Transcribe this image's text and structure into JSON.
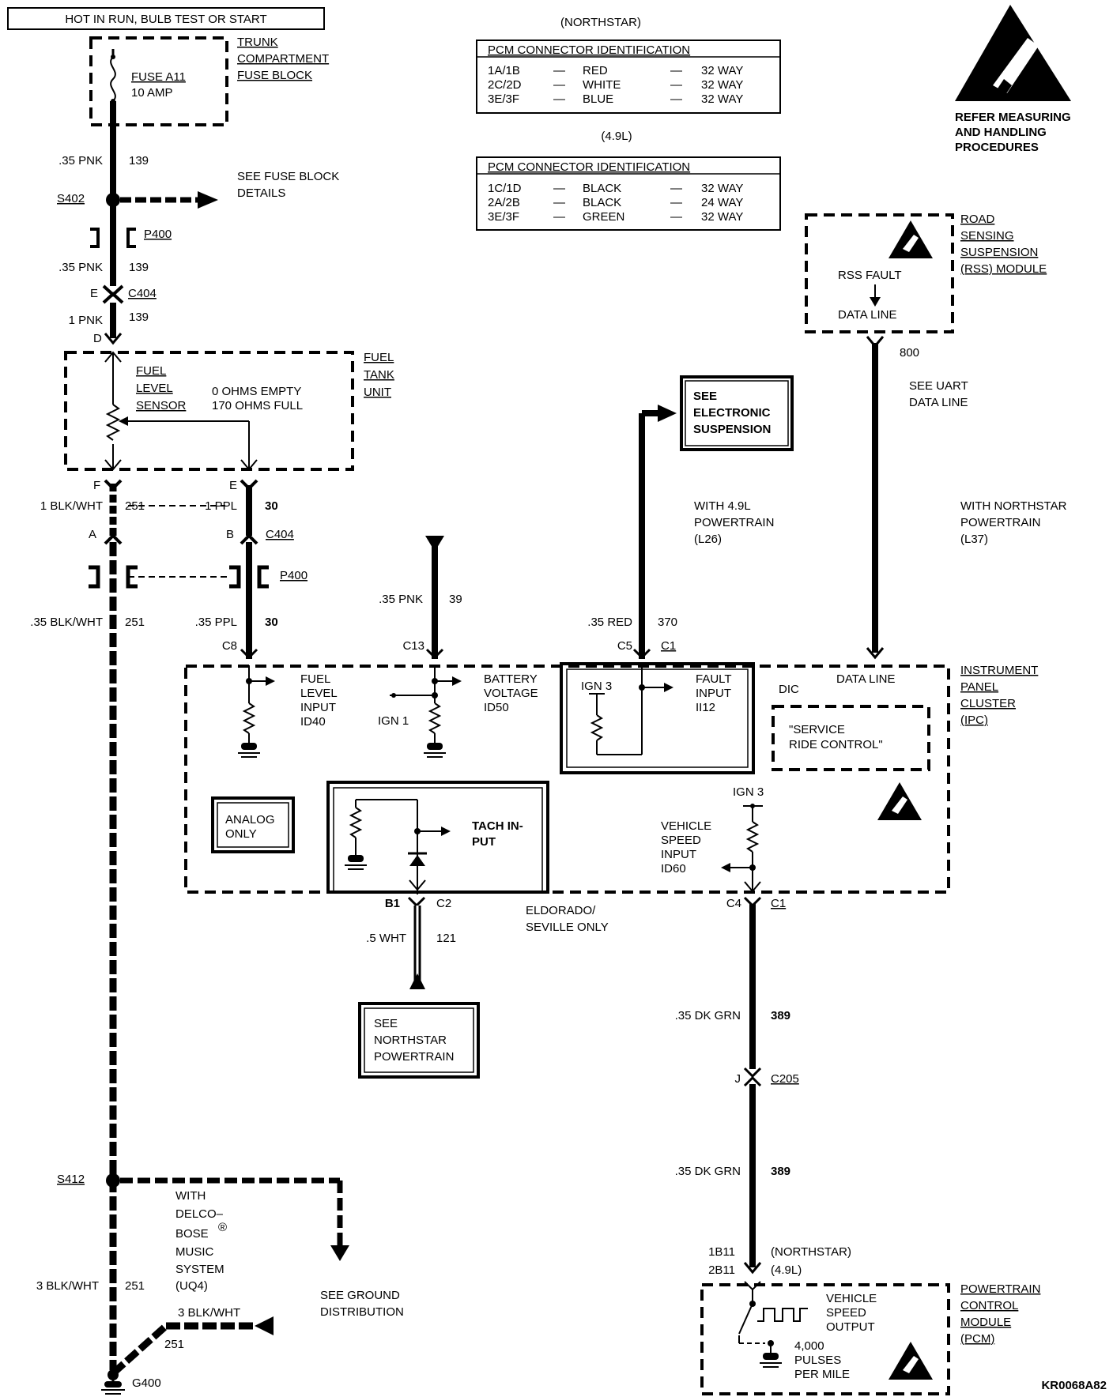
{
  "header": {
    "condition": "HOT IN RUN,  BULB TEST OR START"
  },
  "pcm_tables": {
    "northstar_title": "(NORTHSTAR)",
    "northstar_header": "PCM CONNECTOR IDENTIFICATION",
    "northstar_rows": [
      [
        "1A/1B",
        "—",
        "RED",
        "—",
        "32 WAY"
      ],
      [
        "2C/2D",
        "—",
        "WHITE",
        "—",
        "32 WAY"
      ],
      [
        "3E/3F",
        "—",
        "BLUE",
        "—",
        "32 WAY"
      ]
    ],
    "l49_title": "(4.9L)",
    "l49_header": "PCM CONNECTOR IDENTIFICATION",
    "l49_rows": [
      [
        "1C/1D",
        "—",
        "BLACK",
        "—",
        "32 WAY"
      ],
      [
        "2A/2B",
        "—",
        "BLACK",
        "—",
        "24 WAY"
      ],
      [
        "3E/3F",
        "—",
        "GREEN",
        "—",
        "32 WAY"
      ]
    ]
  },
  "esd": {
    "line1": "REFER MEASURING",
    "line2": "AND HANDLING",
    "line3": "PROCEDURES"
  },
  "fuse": {
    "name": "FUSE A11",
    "rating": "10 AMP",
    "block1": "TRUNK",
    "block2": "COMPARTMENT",
    "block3": "FUSE BLOCK"
  },
  "wires": {
    "w139a_gauge": ".35 PNK",
    "w139a_num": "139",
    "s402": "S402",
    "see_fuse1": "SEE FUSE BLOCK",
    "see_fuse2": "DETAILS",
    "p400": "P400",
    "w139b_gauge": ".35 PNK",
    "w139b_num": "139",
    "pin_e": "E",
    "c404": "C404",
    "w139c_gauge": "1 PNK",
    "w139c_num": "139",
    "pin_d": "D"
  },
  "fuel_tank": {
    "sensor1": "FUEL",
    "sensor2": "LEVEL",
    "sensor3": "SENSOR",
    "ohms1": "0 OHMS EMPTY",
    "ohms2": "170 OHMS FULL",
    "unit1": "FUEL",
    "unit2": "TANK",
    "unit3": "UNIT"
  },
  "lower_wires": {
    "pin_f": "F",
    "w251_gauge": "1 BLK/WHT",
    "w251_num": "251",
    "pin_e2": "E",
    "w30_gauge": "1 PPL",
    "w30_num": "30",
    "pin_a": "A",
    "pin_b": "B",
    "c404b": "C404",
    "p400b": "P400",
    "w251b_gauge": ".35 BLK/WHT",
    "w251b_num": "251",
    "w30b_gauge": ".35 PPL",
    "w30b_num": "30",
    "c8": "C8",
    "w39_gauge": ".35 PNK",
    "w39_num": "39",
    "c13": "C13",
    "w370_gauge": ".35 RED",
    "w370_num": "370",
    "c5": "C5",
    "c1": "C1"
  },
  "electronic_suspension": {
    "l1": "SEE",
    "l2": "ELECTRONIC",
    "l3": "SUSPENSION"
  },
  "with_49": {
    "l1": "WITH 4.9L",
    "l2": "POWERTRAIN",
    "l3": "(L26)"
  },
  "with_ns": {
    "l1": "WITH NORTHSTAR",
    "l2": "POWERTRAIN",
    "l3": "(L37)"
  },
  "rss": {
    "fault": "RSS FAULT",
    "data": "DATA LINE",
    "n1": "ROAD",
    "n2": "SENSING",
    "n3": "SUSPENSION",
    "n4": "(RSS) MODULE",
    "w800": "800",
    "uart1": "SEE UART",
    "uart2": "DATA LINE"
  },
  "ipc": {
    "n1": "INSTRUMENT",
    "n2": "PANEL",
    "n3": "CLUSTER",
    "n4": "(IPC)",
    "fuel1": "FUEL",
    "fuel2": "LEVEL",
    "fuel3": "INPUT",
    "fuel4": "ID40",
    "batt1": "BATTERY",
    "batt2": "VOLTAGE",
    "batt3": "ID50",
    "ign1": "IGN 1",
    "ign3a": "IGN 3",
    "fault1": "FAULT",
    "fault2": "INPUT",
    "fault3": "II12",
    "data_line": "DATA LINE",
    "dic": "DIC",
    "service1": "\"SERVICE",
    "service2": "RIDE CONTROL\"",
    "analog1": "ANALOG",
    "analog2": "ONLY",
    "tach1": "TACH IN-",
    "tach2": "PUT",
    "ign3b": "IGN 3",
    "vss1": "VEHICLE",
    "vss2": "SPEED",
    "vss3": "INPUT",
    "vss4": "ID60"
  },
  "tach_out": {
    "b1": "B1",
    "c2": "C2",
    "w121_gauge": ".5 WHT",
    "w121_num": "121",
    "eld1": "ELDORADO/",
    "eld2": "SEVILLE ONLY",
    "see1": "SEE",
    "see2": "NORTHSTAR",
    "see3": "POWERTRAIN"
  },
  "vss_wires": {
    "c4": "C4",
    "c1": "C1",
    "w389a_gauge": ".35 DK GRN",
    "w389a_num": "389",
    "pin_j": "J",
    "c205": "C205",
    "w389b_gauge": ".35 DK GRN",
    "w389b_num": "389",
    "p1b11": "1B11",
    "ns": "(NORTHSTAR)",
    "p2b11": "2B11",
    "l49": "(4.9L)"
  },
  "pcm": {
    "vso1": "VEHICLE",
    "vso2": "SPEED",
    "vso3": "OUTPUT",
    "pulse1": "4,000",
    "pulse2": "PULSES",
    "pulse3": "PER MILE",
    "n1": "POWERTRAIN",
    "n2": "CONTROL",
    "n3": "MODULE",
    "n4": "(PCM)"
  },
  "ground": {
    "s412": "S412",
    "delco1": "WITH",
    "delco2": "DELCO–",
    "delco3": "BOSE",
    "delco_reg": "®",
    "delco4": "MUSIC",
    "delco5": "SYSTEM",
    "delco6": "(UQ4)",
    "w251c_gauge": "3 BLK/WHT",
    "w251c_num": "251",
    "w251d_gauge": "3 BLK/WHT",
    "w251d_num": "251",
    "see1": "SEE GROUND",
    "see2": "DISTRIBUTION",
    "g400": "G400"
  },
  "figure_id": "KR0068A82"
}
